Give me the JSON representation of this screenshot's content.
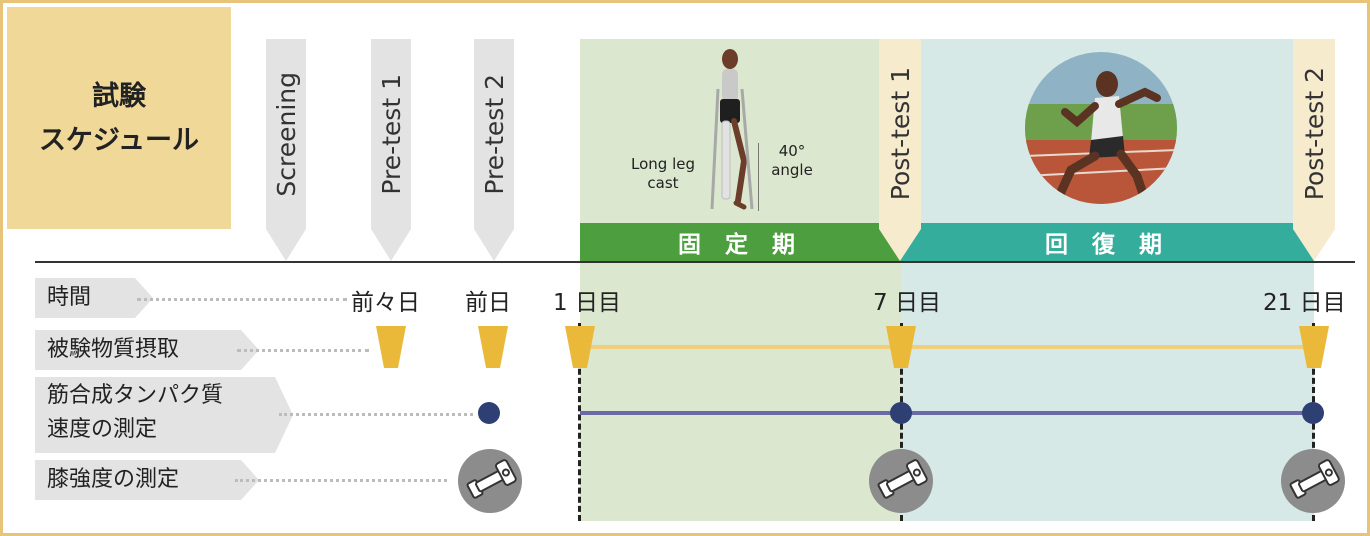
{
  "title": {
    "line1": "試験",
    "line2": "スケジュール"
  },
  "flags": {
    "screening": "Screening",
    "pretest1": "Pre-test 1",
    "pretest2": "Pre-test 2",
    "posttest1": "Post-test 1",
    "posttest2": "Post-test 2"
  },
  "phases": {
    "fixed": "固 定 期",
    "recovery": "回 復 期"
  },
  "cast_labels": {
    "cast_line1": "Long leg",
    "cast_line2": "cast",
    "angle_line1": "40°",
    "angle_line2": "angle"
  },
  "rows": {
    "time": "時間",
    "intake": "被験物質摂取",
    "mps_line1": "筋合成タンパク質",
    "mps_line2": "速度の測定",
    "strength": "膝強度の測定"
  },
  "time_labels": {
    "day_minus2": "前々日",
    "day_minus1": "前日",
    "day1": "1 日目",
    "day7": "7 日目",
    "day21": "21 日目"
  },
  "colors": {
    "title_bg": "#f0d898",
    "frame": "#e8c37a",
    "fixed_band": "#4c9e3f",
    "recovery_band": "#35ad9d",
    "fixed_bg": "#dbe8cf",
    "recovery_bg": "#d6e9e7",
    "marker_yellow": "#ebb93a",
    "marker_navy": "#2e3f73",
    "line_purple": "#6b6aa6"
  }
}
